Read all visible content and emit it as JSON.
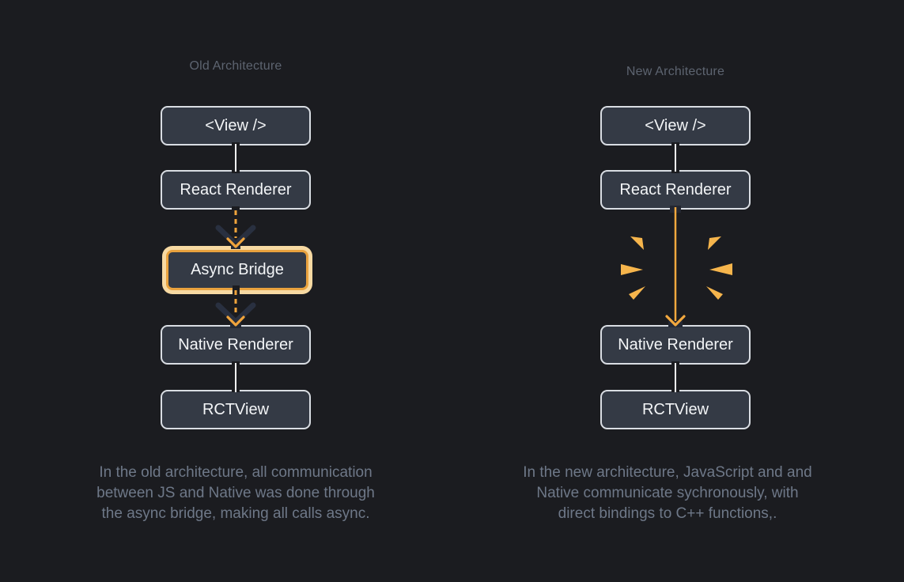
{
  "old": {
    "title": "Old Architecture",
    "nodes": [
      "<View />",
      "React Renderer",
      "Async Bridge",
      "Native Renderer",
      "RCTView"
    ],
    "caption_lines": [
      "In the old architecture, all communication",
      "between JS and Native was done through",
      "the async bridge, making all calls async."
    ]
  },
  "new": {
    "title": "New Architecture",
    "nodes": [
      "<View />",
      "React Renderer",
      "Native Renderer",
      "RCTView"
    ],
    "caption_lines": [
      "In the new architecture, JavaScript and and",
      "Native communicate sychronously, with",
      "direct bindings to C++ functions,."
    ]
  },
  "colors": {
    "background": "#1b1c20",
    "node_fill": "#343a45",
    "node_border": "#d9dde3",
    "node_text": "#f3f5f7",
    "highlight_outer": "#f7d9a2",
    "highlight_inner": "#e9a23e",
    "accent_orange": "#f0a43c",
    "spark_orange": "#f6b54c",
    "dark_chevron": "#293040",
    "title_text": "#5d6470",
    "caption_text": "#6e7888"
  }
}
